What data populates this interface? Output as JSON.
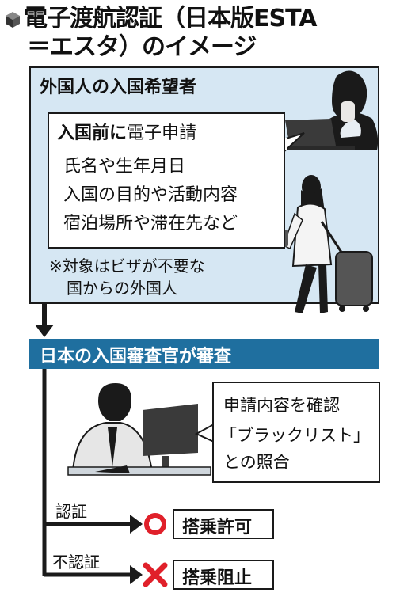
{
  "title": {
    "line1": "電子渡航認証（日本版ESTA",
    "line2": "＝エスタ）のイメージ"
  },
  "applicant": {
    "heading": "外国人の入国希望者",
    "apply_title_bold": "入国前に",
    "apply_title_rest": "電子申請",
    "items": [
      "氏名や生年月日",
      "入国の目的や活動内容",
      "宿泊場所や滞在先など"
    ],
    "note_line1": "※対象はビザが不要な",
    "note_line2": "国からの外国人"
  },
  "review": {
    "heading": "日本の入国審査官が審査",
    "check_line1": "申請内容を確認",
    "check_line2": "「ブラックリスト」",
    "check_line3": "との照合"
  },
  "outcomes": {
    "approved_label": "認証",
    "approved_result": "搭乗許可",
    "denied_label": "不認証",
    "denied_result": "搭乗阻止"
  },
  "colors": {
    "panel_bg": "#d6e7f3",
    "header_bg": "#1f6f9f",
    "approve_mark": "#e0202a",
    "deny_mark": "#e0202a"
  },
  "icons": {
    "title_bullet": "cube-icon",
    "approve": "circle-o-icon",
    "deny": "cross-x-icon"
  }
}
